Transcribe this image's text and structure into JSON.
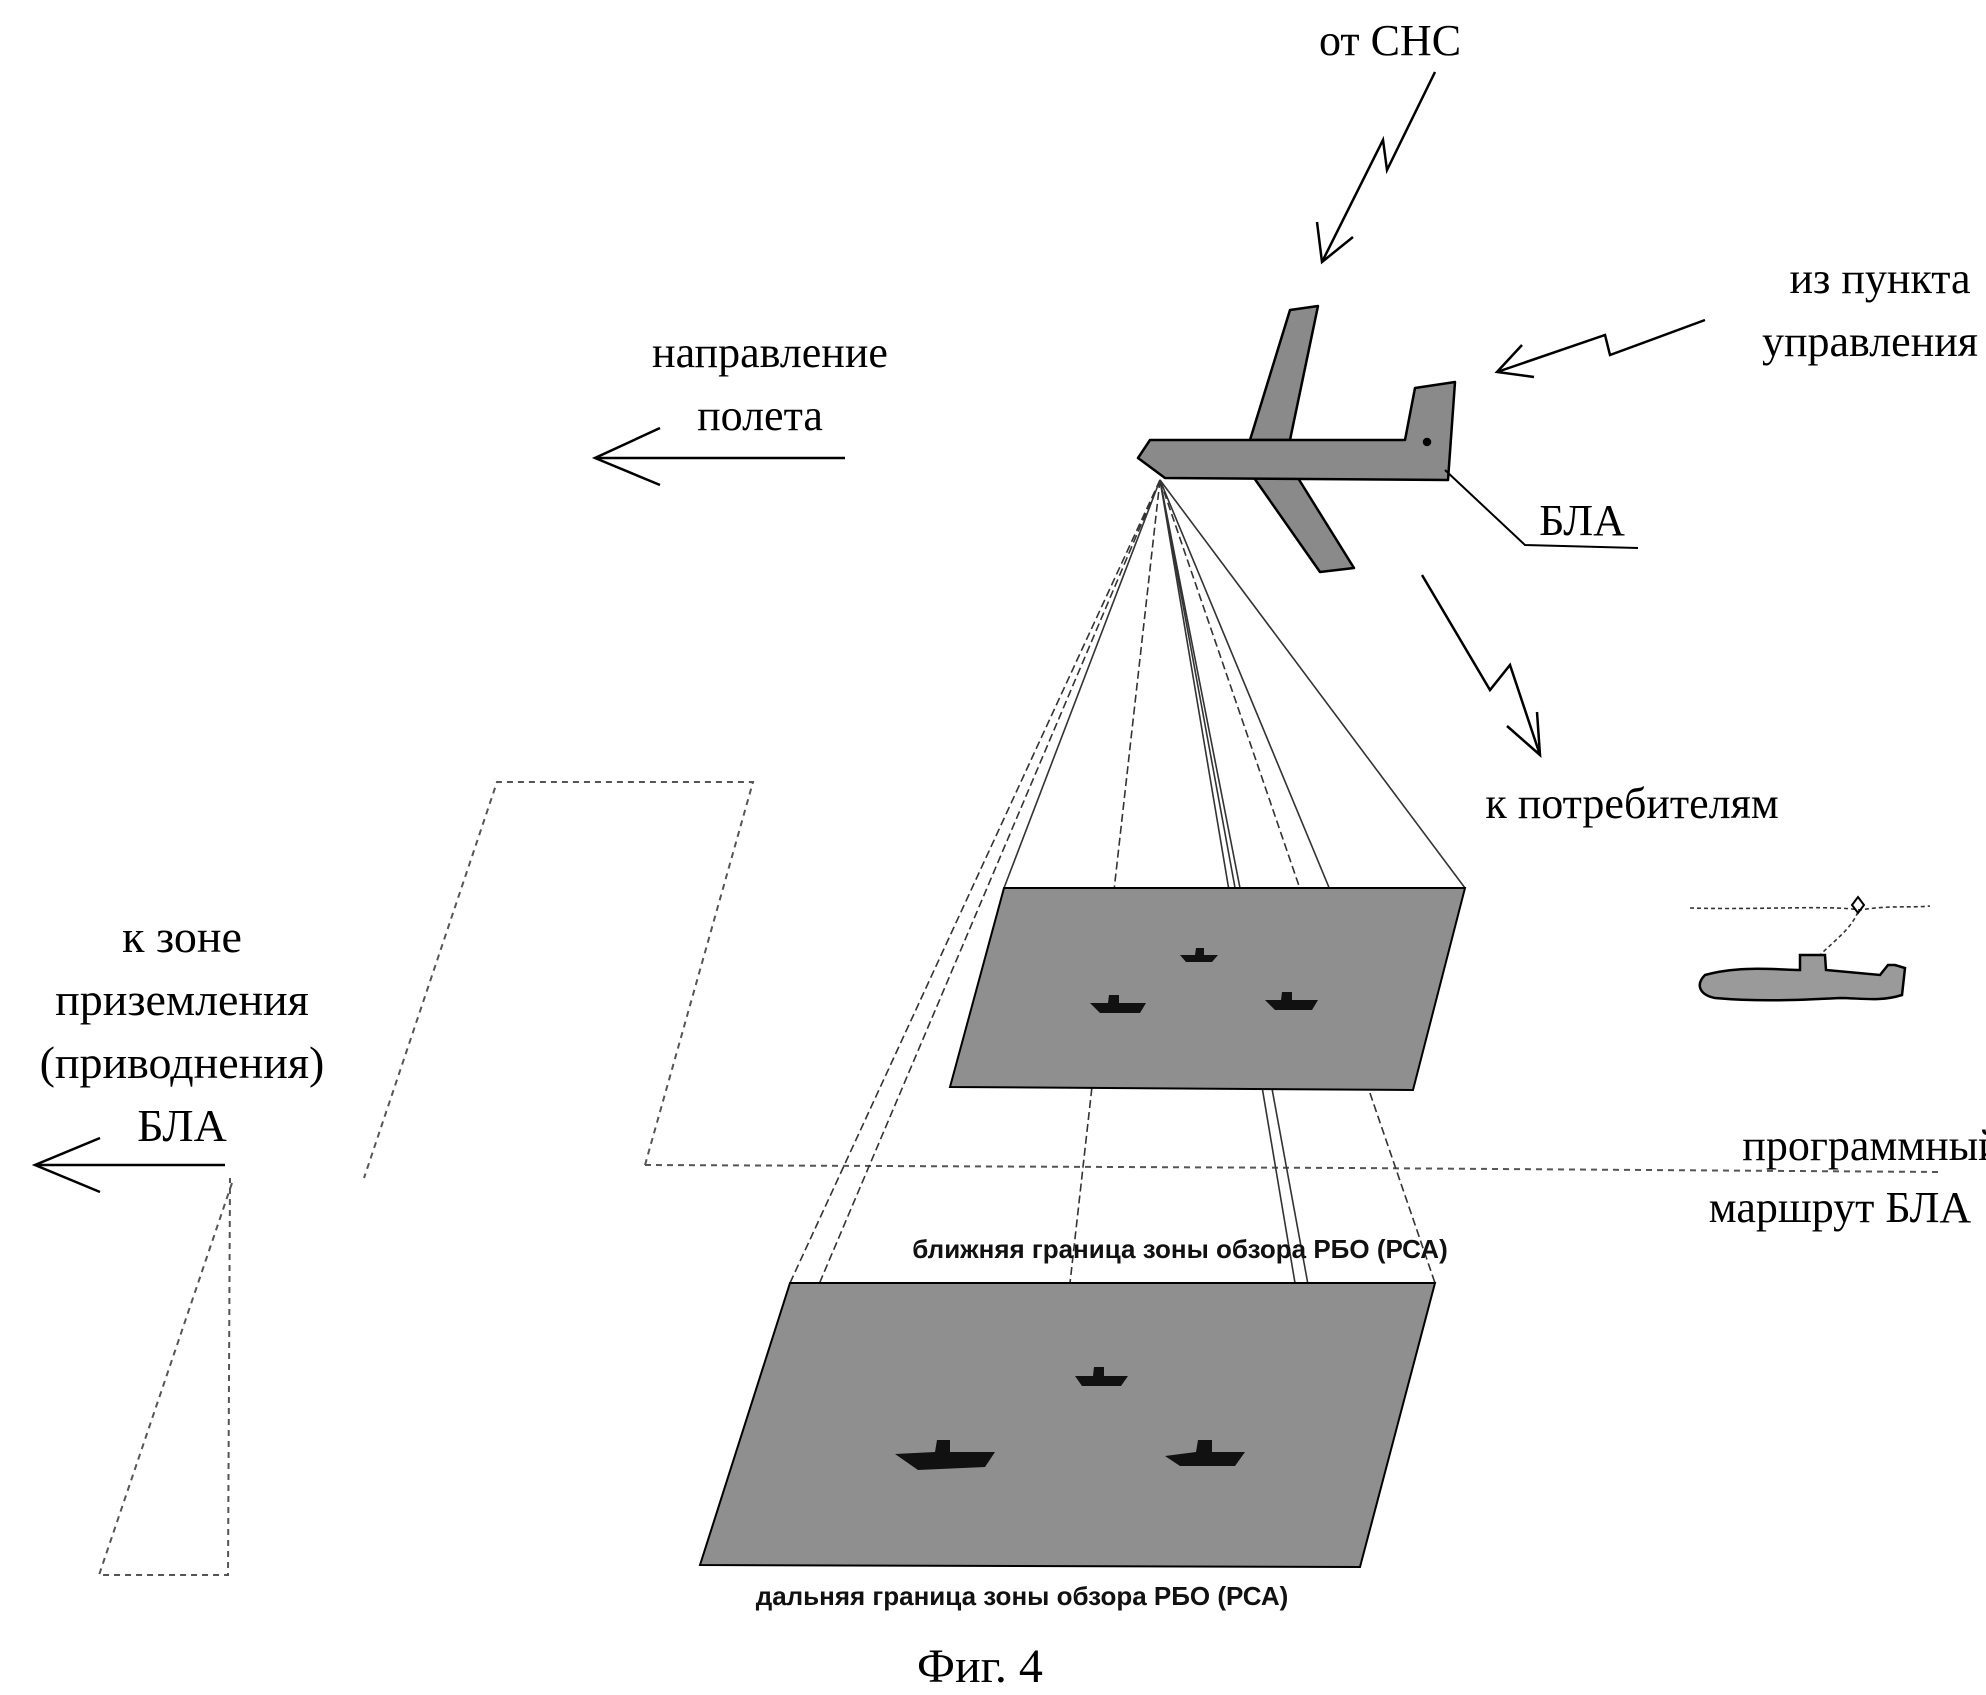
{
  "labels": {
    "from_sns": "от СНС",
    "from_control_line1": "из пункта",
    "from_control_line2": "управления",
    "flight_dir_line1": "направление",
    "flight_dir_line2": "полета",
    "uav": "БЛА",
    "to_consumers": "к потребителям",
    "landing_line1": "к зоне",
    "landing_line2": "приземления",
    "landing_line3": "(приводнения)",
    "landing_line4": "БЛА",
    "route_line1": "программный",
    "route_line2": "маршрут БЛА",
    "near_boundary": "ближняя граница зоны обзора РБО (РСА)",
    "far_boundary": "дальняя граница зоны обзора РБО (РСА)",
    "caption": "Фиг. 4"
  },
  "colors": {
    "zone_fill": "#8f8f8f",
    "aircraft_fill": "#8a8a8a",
    "ship_fill": "#111111",
    "line": "#000000"
  }
}
